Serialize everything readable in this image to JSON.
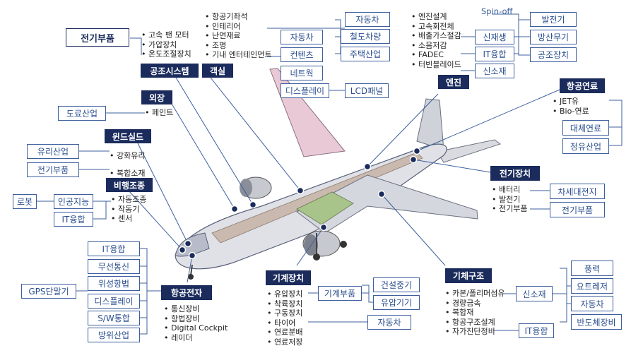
{
  "colors": {
    "header_bg": "#1a2b5c",
    "box_border": "#3d5f9e",
    "box_text": "#2c4f8f",
    "line": "#3d5f9e"
  },
  "air_conditioning": {
    "title": "공조시스템"
  },
  "electric_parts": {
    "title": "전기부품",
    "items": [
      "고속 팬 모터",
      "가압장치",
      "온도조절장치"
    ]
  },
  "exterior": {
    "title": "외장",
    "items": [
      "페인트"
    ],
    "industry": "도료산업"
  },
  "windshield": {
    "title": "윈드실드",
    "items": [
      "강화유리",
      "복합소재"
    ],
    "industries": [
      "유리산업",
      "전기부품"
    ]
  },
  "flight_control": {
    "title": "비행조종",
    "items": [
      "자동조종",
      "작동기",
      "센서"
    ],
    "robot": "로봇",
    "ai": "인공지능",
    "it": "IT융합"
  },
  "avionics": {
    "title": "항공전자",
    "items": [
      "통신장비",
      "항법장비",
      "Digital Cockpit",
      "레이더"
    ],
    "industries": [
      "IT융합",
      "무선통신",
      "위성항법",
      "디스플레이",
      "S/W통합",
      "방위산업"
    ],
    "gps": "GPS단말기"
  },
  "cabin": {
    "title": "객실",
    "items": [
      "항공기좌석",
      "인테리어",
      "난연재료",
      "조명",
      "기내 엔터테인먼트"
    ],
    "industries_top": [
      "자동차",
      "철도차량",
      "주택산업"
    ],
    "industries_mid": [
      "자동차",
      "컨텐츠",
      "네트웍",
      "디스플레이"
    ],
    "lcd": "LCD패널"
  },
  "engine": {
    "title": "엔진",
    "items": [
      "엔진설계",
      "고속회전체",
      "배출가스절감",
      "소음저감",
      "FADEC",
      "터빈블레이드"
    ],
    "spinoff": "Spin-off",
    "mid": [
      "신재생",
      "IT융합",
      "신소재"
    ],
    "right": [
      "발전기",
      "방산무기",
      "공조장치"
    ]
  },
  "fuel": {
    "title": "항공연료",
    "items": [
      "JET유",
      "Bio-연료"
    ],
    "industries": [
      "대체연료",
      "정유산업"
    ]
  },
  "electric_device": {
    "title": "전기장치",
    "items": [
      "배터리",
      "발전기",
      "전기부품"
    ],
    "industries": [
      "차세대전지",
      "전기부품"
    ]
  },
  "mechanical": {
    "title": "기계장치",
    "items": [
      "유압장치",
      "착륙장치",
      "구동장치",
      "타이어",
      "연료분배",
      "연료저장"
    ],
    "parts": "기계부품",
    "right": [
      "건설중기",
      "유압기기"
    ],
    "car": "자동차"
  },
  "airframe": {
    "title": "기체구조",
    "items": [
      "카본/폴리머섬유",
      "경량금속",
      "복합재",
      "항공구조설계",
      "자가진단정비"
    ],
    "material": "신소재",
    "it": "IT융합",
    "industries": [
      "풍력",
      "요트레저",
      "자동차",
      "반도체장비"
    ]
  }
}
